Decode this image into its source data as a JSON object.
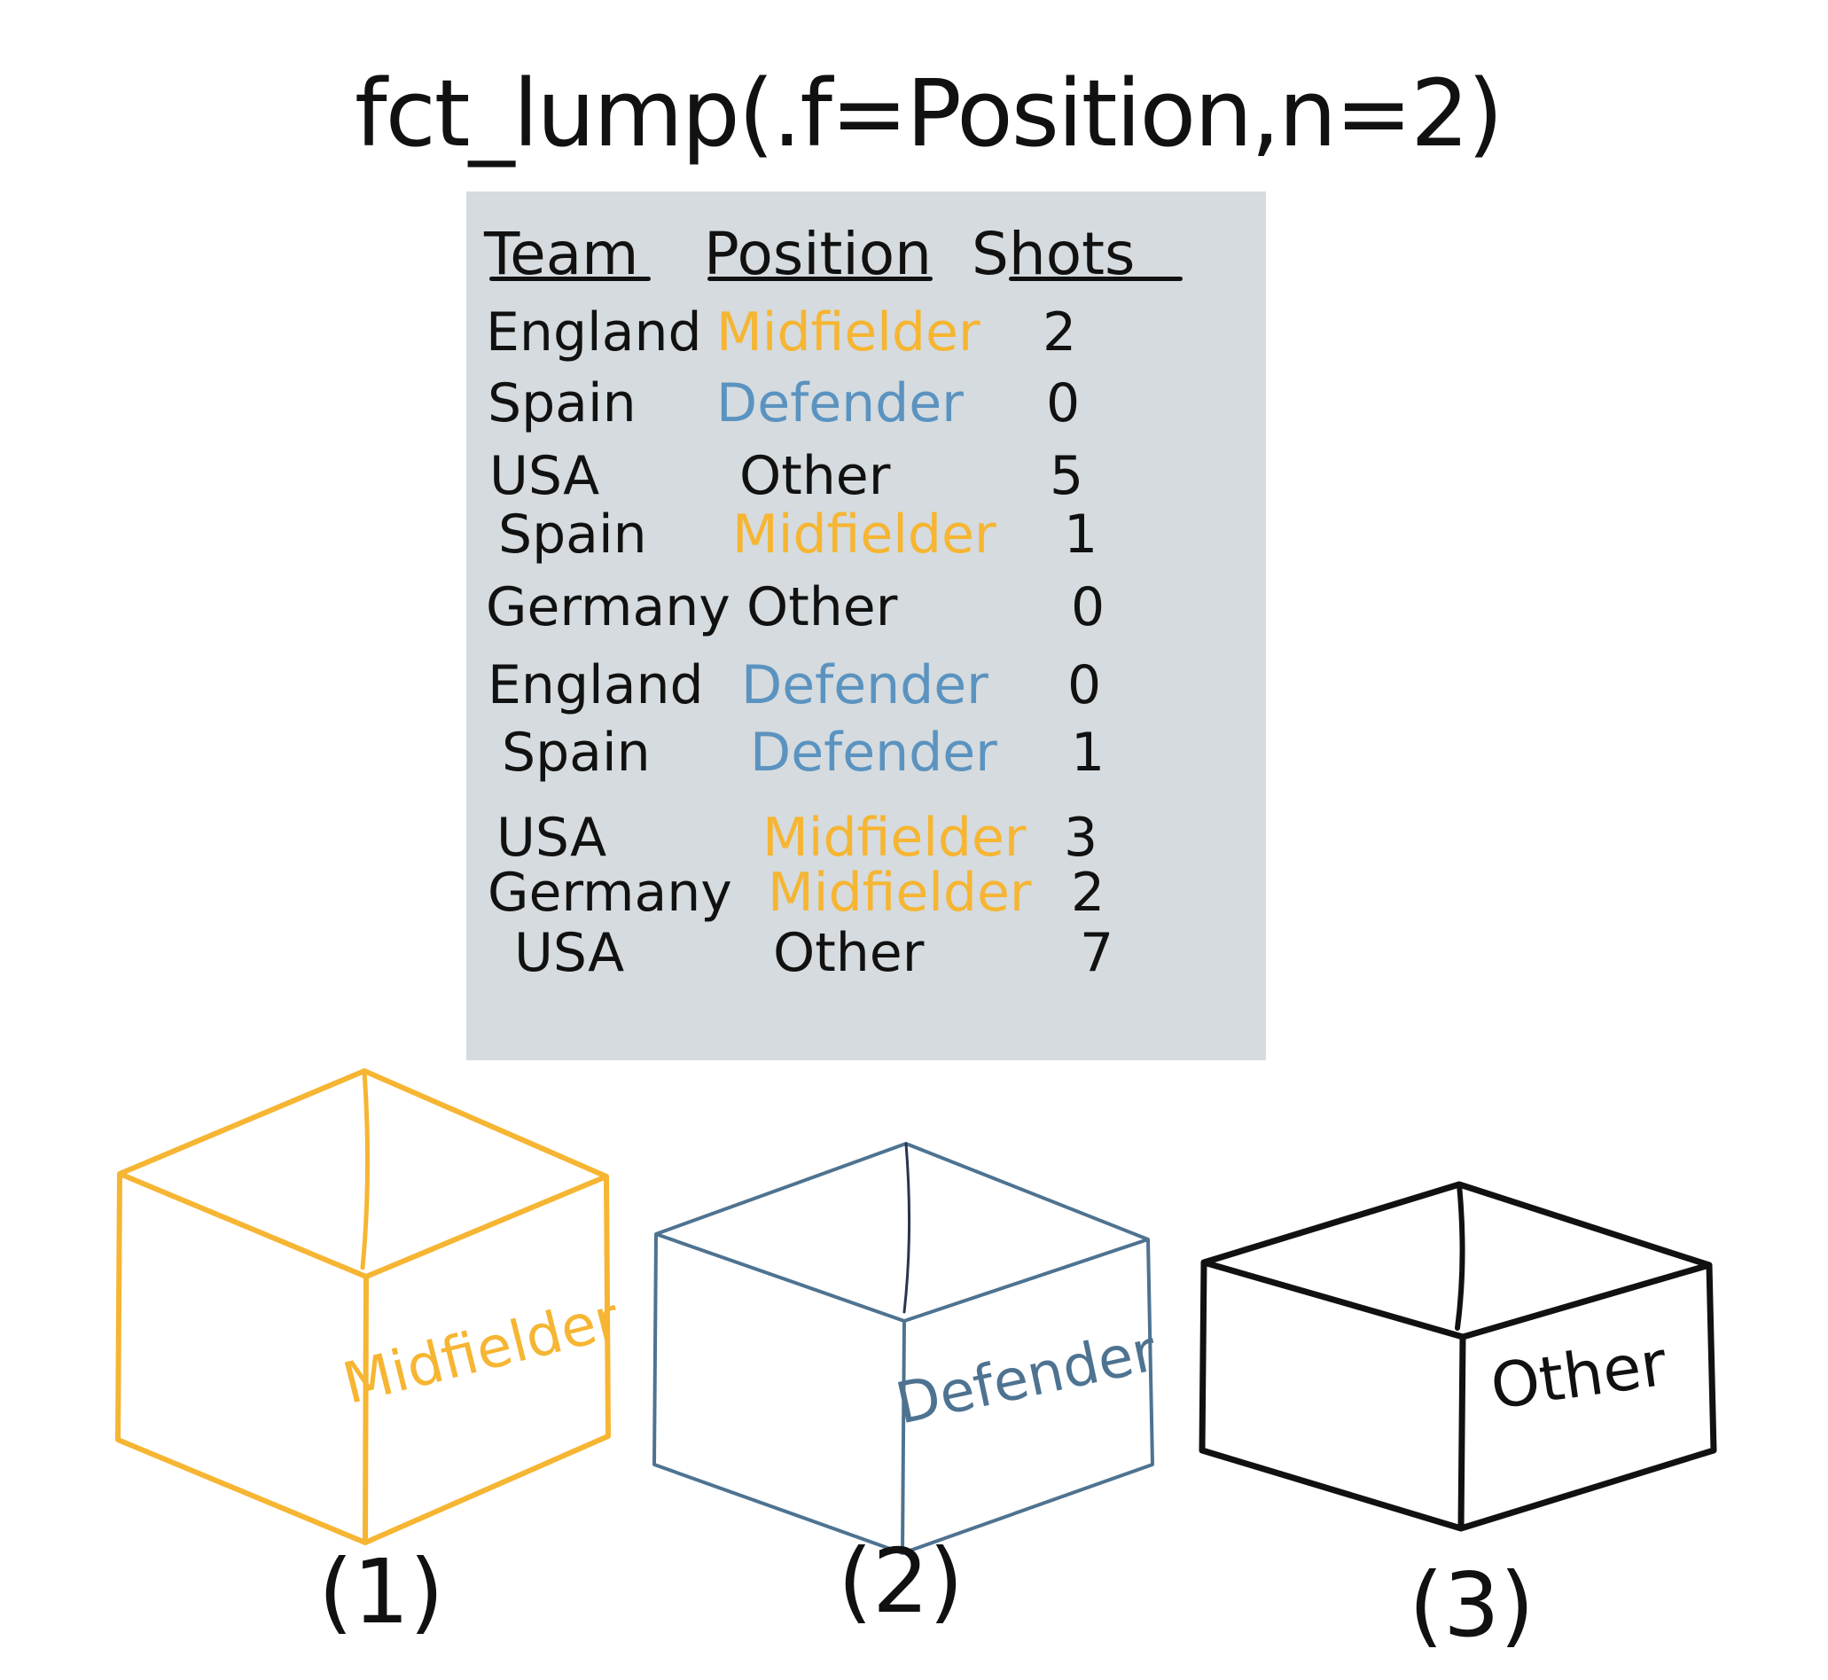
{
  "formula": "fct_lump(.f=Position,n=2)",
  "table": {
    "headers": {
      "team": "Team",
      "position": "Position",
      "shots": "Shots"
    },
    "rows": [
      {
        "team": "England",
        "position": "Midfielder",
        "shots": "2"
      },
      {
        "team": "Spain",
        "position": "Defender",
        "shots": "0"
      },
      {
        "team": "USA",
        "position": "Other",
        "shots": "5"
      },
      {
        "team": "Spain",
        "position": "Midfielder",
        "shots": "1"
      },
      {
        "team": "Germany",
        "position": "Other",
        "shots": "0"
      },
      {
        "team": "England",
        "position": "Defender",
        "shots": "0"
      },
      {
        "team": "Spain",
        "position": "Defender",
        "shots": "1"
      },
      {
        "team": "USA",
        "position": "Midfielder",
        "shots": "3"
      },
      {
        "team": "Germany",
        "position": "Midfielder",
        "shots": "2"
      },
      {
        "team": "USA",
        "position": "Other",
        "shots": "7"
      }
    ]
  },
  "boxes": [
    {
      "label": "Midfielder",
      "caption": "(1)",
      "color": "#f6b532"
    },
    {
      "label": "Defender",
      "caption": "(2)",
      "color": "#4e7391"
    },
    {
      "label": "Other",
      "caption": "(3)",
      "color": "#111111"
    }
  ],
  "colors": {
    "panel_background": "#d5dbde",
    "midfielder": "#f6b532",
    "defender": "#5b93c0",
    "other": "#111111",
    "text": "#111111"
  }
}
